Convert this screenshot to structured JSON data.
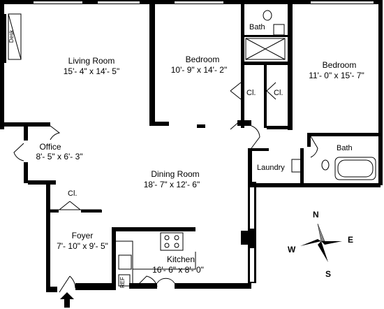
{
  "rooms": {
    "living": {
      "name": "Living Room",
      "dims": "15'- 4\" x 14'- 5\""
    },
    "bedroom1": {
      "name": "Bedroom",
      "dims": "10'- 9\" x 14'- 2\""
    },
    "bedroom2": {
      "name": "Bedroom",
      "dims": "11'- 0\" x 15'- 7\""
    },
    "office": {
      "name": "Office",
      "dims": "8'- 5\" x 6'- 3\""
    },
    "dining": {
      "name": "Dining Room",
      "dims": "18'- 7\" x 12'- 6\""
    },
    "foyer": {
      "name": "Foyer",
      "dims": "7'- 10\" x 9'- 5\""
    },
    "kitchen": {
      "name": "Kitchen",
      "dims": "16'- 6\" x 8'- 0\""
    }
  },
  "labels": {
    "bath_top": "Bath",
    "bath_right": "Bath",
    "closet1": "Cl.",
    "closet2": "Cl.",
    "closet_foyer": "Cl.",
    "laundry": "Laundry",
    "desk": "Desk",
    "fridge": "REF"
  },
  "compass": {
    "n": "N",
    "s": "S",
    "e": "E",
    "w": "W"
  },
  "colors": {
    "wall": "#000000",
    "background": "#ffffff",
    "compass_shade": "#888888"
  }
}
